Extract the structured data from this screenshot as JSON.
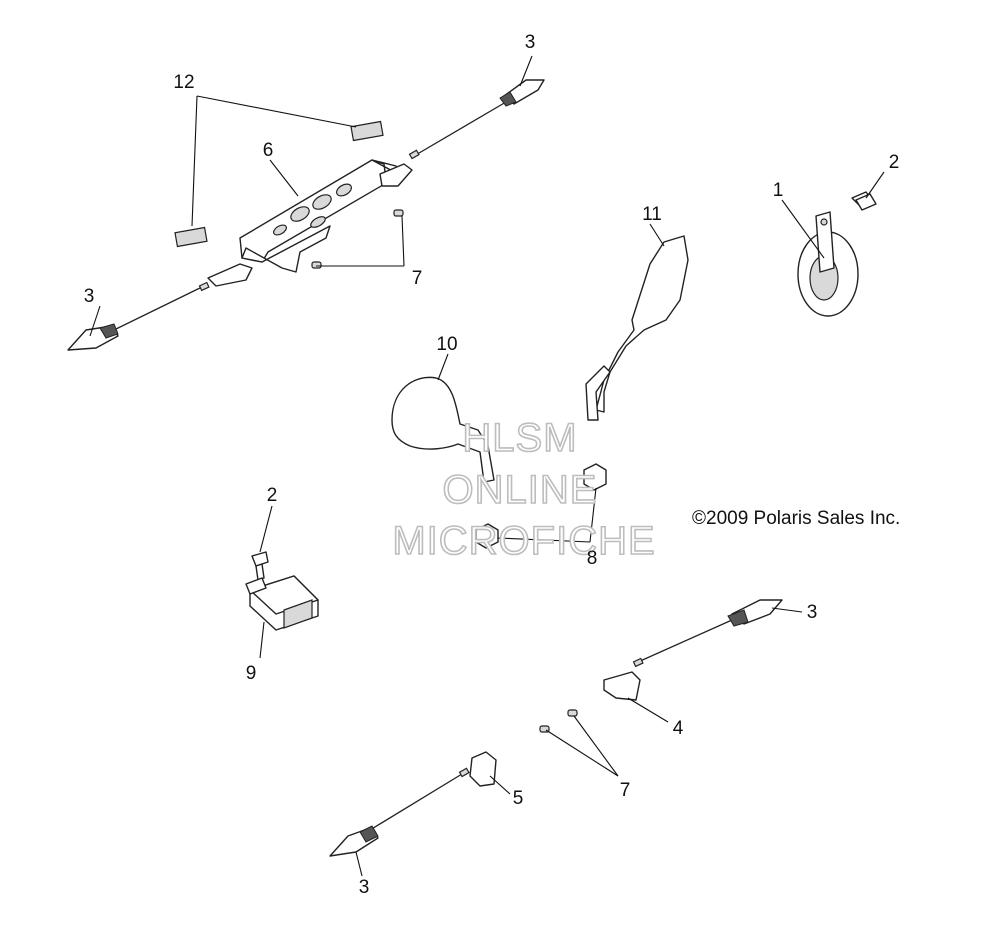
{
  "callouts": [
    {
      "id": "c-12",
      "text": "12"
    },
    {
      "id": "c-3a",
      "text": "3"
    },
    {
      "id": "c-6",
      "text": "6"
    },
    {
      "id": "c-3b",
      "text": "3"
    },
    {
      "id": "c-7a",
      "text": "7"
    },
    {
      "id": "c-2a",
      "text": "2"
    },
    {
      "id": "c-1",
      "text": "1"
    },
    {
      "id": "c-11",
      "text": "11"
    },
    {
      "id": "c-10",
      "text": "10"
    },
    {
      "id": "c-2b",
      "text": "2"
    },
    {
      "id": "c-8",
      "text": "8"
    },
    {
      "id": "c-9",
      "text": "9"
    },
    {
      "id": "c-3c",
      "text": "3"
    },
    {
      "id": "c-4",
      "text": "4"
    },
    {
      "id": "c-5",
      "text": "5"
    },
    {
      "id": "c-7b",
      "text": "7"
    },
    {
      "id": "c-3d",
      "text": "3"
    }
  ],
  "copyright": "©2009 Polaris Sales Inc.",
  "watermark": {
    "line1": "HLSM",
    "line2": "ONLINE",
    "line3": "MICROFICHE"
  }
}
